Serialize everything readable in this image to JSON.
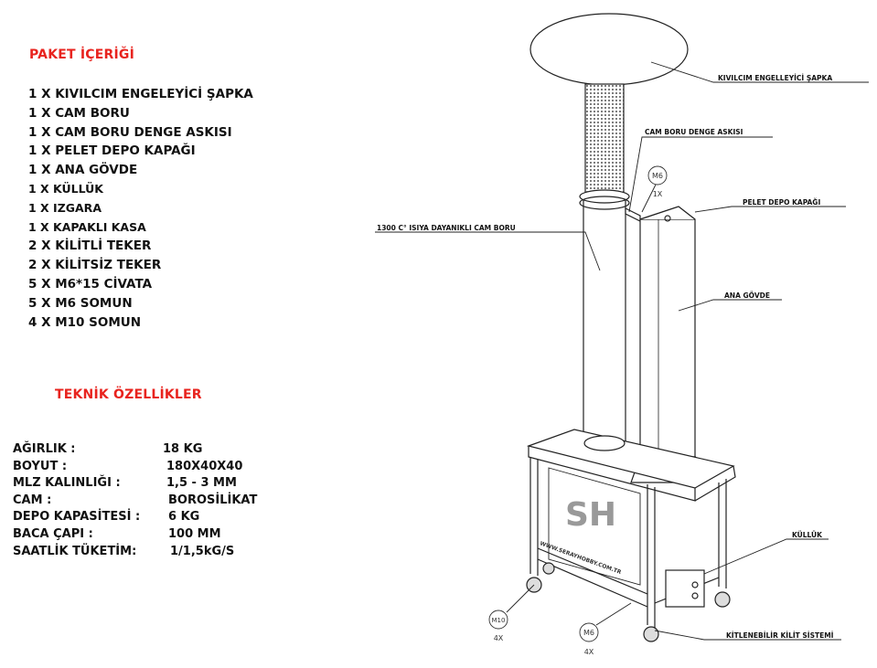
{
  "package": {
    "heading": "PAKET İÇERİĞİ",
    "items": [
      "1 X KIVILCIM ENGELEYİCİ ŞAPKA",
      "1 X CAM BORU",
      "1 X CAM BORU DENGE ASKISI",
      "1 X PELET DEPO KAPAĞI",
      "1 X ANA GÖVDE",
      "1 X KÜLLÜK",
      "1 X IZGARA",
      "1 X KAPAKLI KASA",
      "2 X KİLİTLİ TEKER",
      "2 X KİLİTSİZ TEKER",
      "5 X M6*15 CİVATA",
      "5 X M6 SOMUN",
      "4 X M10 SOMUN"
    ]
  },
  "specs": {
    "heading": "TEKNİK ÖZELLİKLER",
    "rows": [
      {
        "key": "AĞIRLIK :",
        "value": "18 KG"
      },
      {
        "key": "BOYUT :",
        "value": "180X40X40"
      },
      {
        "key": "MLZ KALINLIĞI :",
        "value": "1,5 - 3 MM"
      },
      {
        "key": "CAM  :",
        "value": "BOROSİLİKAT"
      },
      {
        "key": "DEPO KAPASİTESİ :",
        "value": "6 KG"
      },
      {
        "key": "BACA ÇAPI :",
        "value": "100 MM"
      },
      {
        "key": "SAATLİK TÜKETİM:",
        "value": "1/1,5kG/S"
      }
    ]
  },
  "diagram": {
    "labels": {
      "cap": "KIVILCIM ENGELLEYİCİ ŞAPKA",
      "glass_hanger": "CAM BORU DENGE ASKISI",
      "glass_pipe": "1300 C° ISIYA DAYANIKLI CAM BORU",
      "hopper_lid": "PELET DEPO KAPAĞI",
      "main_body": "ANA GÖVDE",
      "ash_tray": "KÜLLÜK",
      "lock_system": "KİTLENEBİLİR KİLİT SİSTEMİ"
    },
    "bubbles": {
      "m6_top": {
        "label": "M6",
        "qty": "1X"
      },
      "m10": {
        "label": "M10",
        "qty": "4X"
      },
      "m6_bottom": {
        "label": "M6",
        "qty": "4X"
      }
    },
    "logo_text": "SH",
    "side_text": "WWW.SERAYHOBBY.COM.TR"
  },
  "colors": {
    "heading": "#e8231e",
    "text": "#111111",
    "line": "#222222"
  }
}
